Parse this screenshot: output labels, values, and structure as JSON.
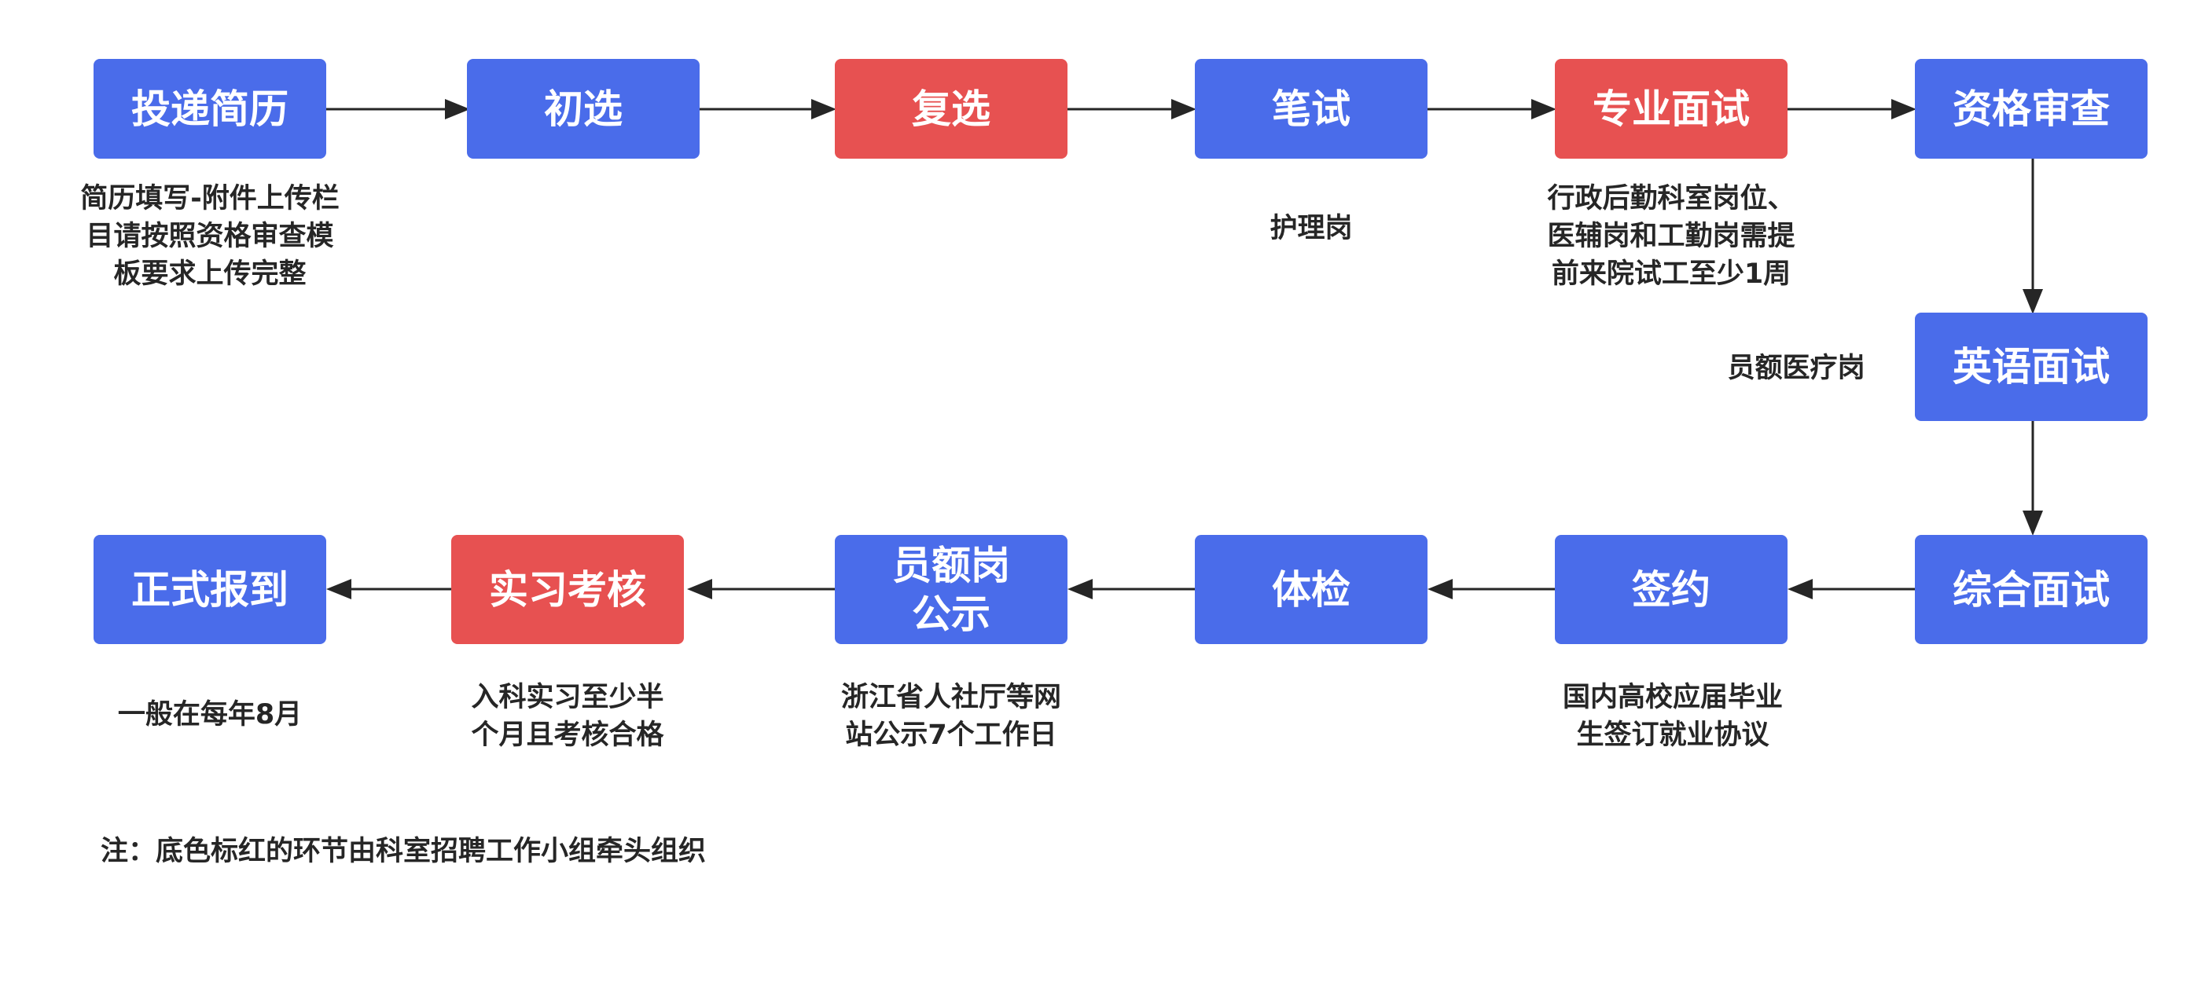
{
  "colors": {
    "primary": "#4a6cea",
    "highlight": "#e75151",
    "arrow": "#262626",
    "text": "#262626"
  },
  "nodes": {
    "submit_resume": "投递简历",
    "initial_screening": "初选",
    "second_screening": "复选",
    "written_test": "笔试",
    "professional_interview": "专业面试",
    "qualification_review": "资格审查",
    "english_interview": "英语面试",
    "comprehensive_interview": "综合面试",
    "sign_agreement": "签约",
    "physical_exam": "体检",
    "staff_quota_publicity": "员额岗\n公示",
    "internship_assessment": "实习考核",
    "formal_onboarding": "正式报到"
  },
  "notes": {
    "submit_resume": "简历填写-附件上传栏\n目请按照资格审查模\n板要求上传完整",
    "written_test": "护理岗",
    "professional_interview": "行政后勤科室岗位、\n医辅岗和工勤岗需提\n前来院试工至少1周",
    "english_interview": "员额医疗岗",
    "sign_agreement": "国内高校应届毕业\n生签订就业协议",
    "staff_quota_publicity": "浙江省人社厅等网\n站公示7个工作日",
    "internship_assessment": "入科实习至少半\n个月且考核合格",
    "formal_onboarding": "一般在每年8月"
  },
  "footnote": "注：底色标红的环节由科室招聘工作小组牵头组织"
}
